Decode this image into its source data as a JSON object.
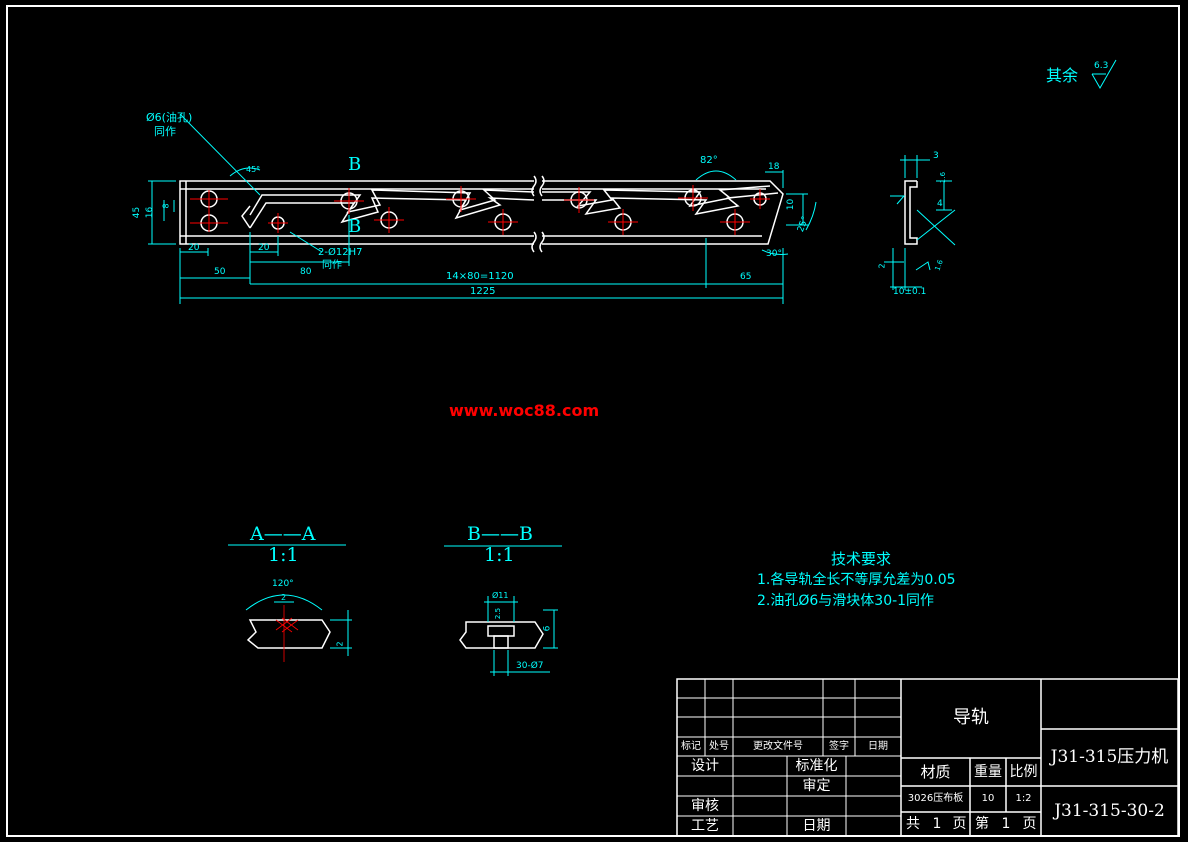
{
  "drawing": {
    "surface_note": "其余",
    "surface_roughness": "6.3",
    "watermark": "www.woc88.com",
    "section_b_marker": "B",
    "main_view": {
      "oil_hole_label": "Ø6(油孔)",
      "oil_hole_note": "同作",
      "pin_hole_label": "2-Ø12H7",
      "pin_hole_note": "同作",
      "angle_45": "45°",
      "angle_82": "82°",
      "angle_30": "30°",
      "angle_25": "25°",
      "dim_height": "45",
      "dim_16": "16",
      "dim_8": "8",
      "dim_20a": "20",
      "dim_20b": "20",
      "dim_50": "50",
      "dim_80": "80",
      "dim_pitch": "14×80=1120",
      "dim_65": "65",
      "dim_total": "1225",
      "dim_18": "18",
      "dim_10": "10"
    },
    "side_view": {
      "dim_3": "3",
      "dim_1_6a": "1.6",
      "dim_4": "4",
      "dim_2": "2",
      "dim_1_6b": "1.6",
      "dim_width": "10±0.1"
    },
    "section_a": {
      "title": "A——A",
      "scale": "1:1",
      "angle": "120°",
      "dim_2": "2",
      "dim_2b": "2"
    },
    "section_b": {
      "title": "B——B",
      "scale": "1:1",
      "dia": "Ø11",
      "dim_25": "2.5",
      "dim_6": "6",
      "dim_bottom": "30-Ø7"
    },
    "tech_requirements": {
      "heading": "技术要求",
      "items": [
        "1.各导轨全长不等厚允差为0.05",
        "2.油孔Ø6与滑块体30-1同作"
      ]
    }
  },
  "title_block": {
    "part_name": "导轨",
    "machine": "J31-315压力机",
    "drawing_no": "J31-315-30-2",
    "rev_headers": [
      "标记",
      "处号",
      "更改文件号",
      "签字",
      "日期"
    ],
    "design": "设计",
    "standardize": "标准化",
    "approve": "审定",
    "review": "审核",
    "process": "工艺",
    "date": "日期",
    "material_label": "材质",
    "weight_label": "重量",
    "scale_label": "比例",
    "material": "3026压布板",
    "weight": "10",
    "scale": "1:2",
    "total_label": "共",
    "total_pages": "1",
    "page_unit": "页",
    "sheet_label": "第",
    "sheet_no": "1",
    "page_unit2": "页"
  },
  "colors": {
    "line": "#ffffff",
    "dim": "#00ffff",
    "center": "#ff0000",
    "watermark": "#ff0000"
  }
}
